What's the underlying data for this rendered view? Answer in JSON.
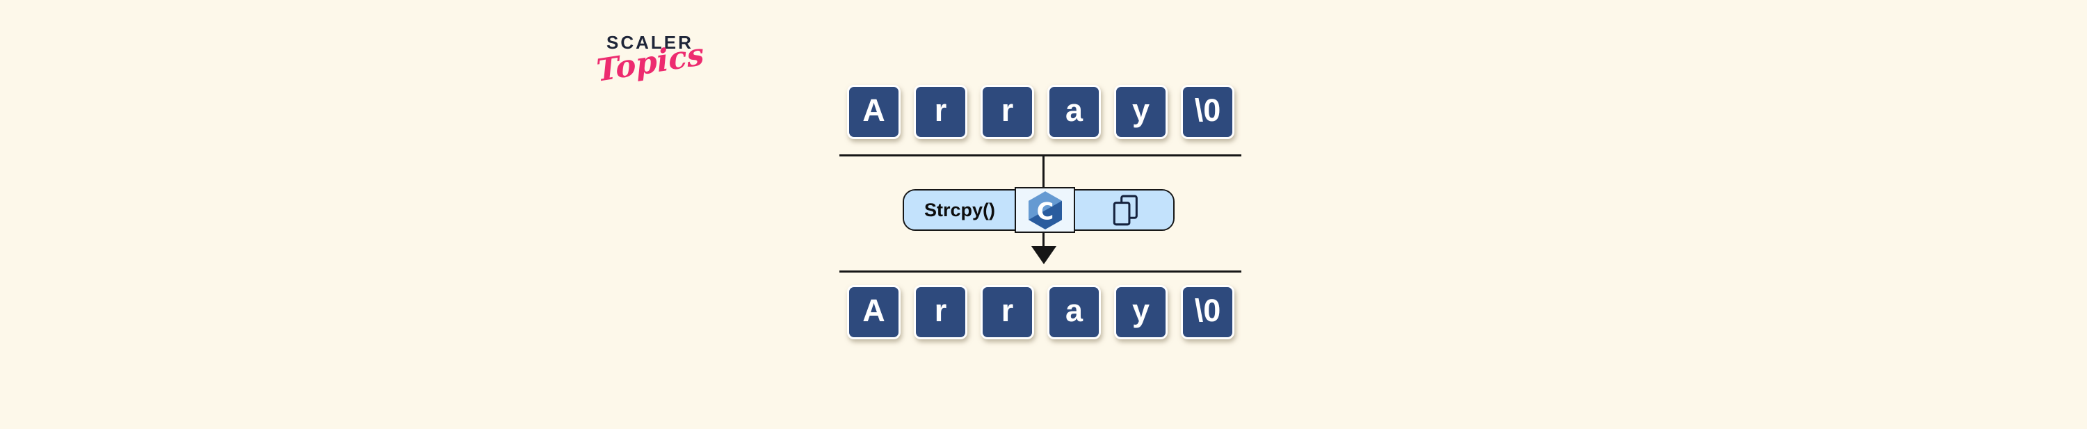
{
  "colors": {
    "background": "#fdf8ea",
    "cell-navy": "#2e4a7d",
    "pill-blue": "#c3e2fc",
    "pill-mid": "#edf6fd",
    "line-dark": "#161616",
    "brand-navy": "#1e2538",
    "brand-pink": "#ed2b6f",
    "clogo-light": "#659ad2",
    "clogo-dark": "#2a5c9e"
  },
  "logo": {
    "brand": "SCALER",
    "sub": "Topics"
  },
  "diagram": {
    "source_array": {
      "cells": [
        "A",
        "r",
        "r",
        "a",
        "y",
        "\\0"
      ]
    },
    "function_pill": {
      "label": "Strcpy()",
      "c_letter": "C",
      "language_icon": "c-language-logo",
      "action_icon": "copy-icon"
    },
    "dest_array": {
      "cells": [
        "A",
        "r",
        "r",
        "a",
        "y",
        "\\0"
      ]
    }
  }
}
